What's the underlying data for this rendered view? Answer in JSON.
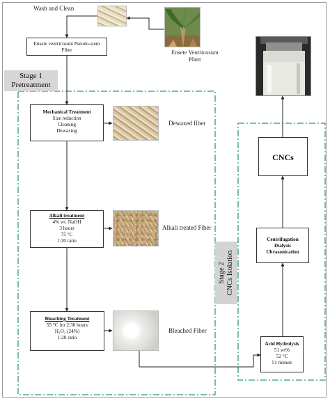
{
  "top": {
    "wash_clean": "Wash and Clean",
    "source_fiber": [
      "Ensete ventricosum Pseudo-stem",
      "Fiber"
    ],
    "plant_label": [
      "Ensete Ventricosum",
      "Plant"
    ]
  },
  "stage1": {
    "label": [
      "Stage 1",
      "Pretreatment"
    ],
    "mechanical": {
      "title": "Mechanical Treatment",
      "lines": [
        "Size reduction",
        "Cleaning",
        "Dewaxing"
      ],
      "result": "Dewaxed fiber"
    },
    "alkali": {
      "title": "Alkali treatment",
      "lines": [
        "4% wt. NaOH",
        "3 hours",
        "75 °C",
        "1:20 ratio"
      ],
      "result": "Alkali treated Fiber"
    },
    "bleaching": {
      "title": "Bleaching Treatment",
      "lines": [
        "55 °C for 2:30 hours",
        "H₂O₂ (24%)",
        "1:20 ratio"
      ],
      "result": "Bleached Fiber"
    }
  },
  "stage2": {
    "label": [
      "Stage 2",
      "CNCs Isolation"
    ],
    "acid": {
      "title": "Acid Hydrolysis",
      "lines": [
        "51 wt%",
        "52 °C",
        "51 minute"
      ]
    },
    "cdu": [
      "Centrifugation",
      "Dialysis",
      "Ultrasonication"
    ],
    "cncs": "CNCs"
  },
  "colors": {
    "dash_border": "#2e9a6b",
    "stage_bg": "#d6d6d6",
    "arrow": "#222222"
  }
}
